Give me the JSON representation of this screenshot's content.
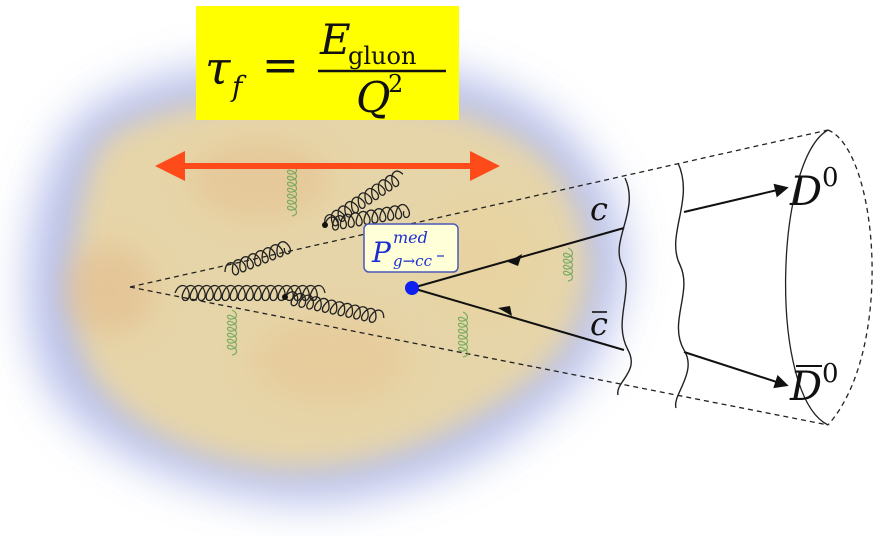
{
  "formula": {
    "lhs": "τ",
    "lhs_sub": "f",
    "eq": "=",
    "num_base": "E",
    "num_sub": "gluon",
    "den_base": "Q",
    "den_sup": "2"
  },
  "labels": {
    "quark": "c",
    "antiquark_base": "c",
    "meson_base": "D",
    "meson_sup": "0",
    "antimeson_base": "D",
    "antimeson_sup": "0",
    "pmed_base": "P",
    "pmed_sup": "med",
    "pmed_sub": "g→cc"
  },
  "colors": {
    "formula_bg": "#ffff00",
    "arrow_red": "#ff4a1a",
    "vertex_blue": "#1020ee",
    "medium_core": "#ecd8a2",
    "medium_halo": "#a9b2e6",
    "gluon_green": "#6fa85a"
  },
  "icons": {
    "formation_time_arrow": "double-headed-arrow"
  }
}
